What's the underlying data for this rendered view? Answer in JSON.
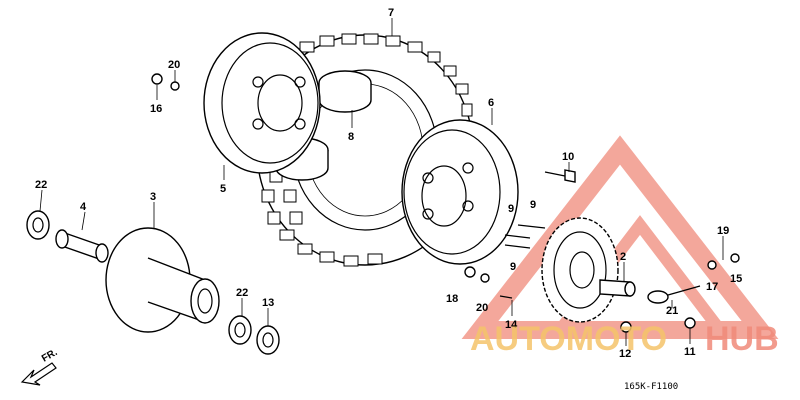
{
  "diagram": {
    "code": "165K-F1100",
    "direction": "FR.",
    "parts": [
      {
        "id": "p7",
        "label": "7"
      },
      {
        "id": "p20a",
        "label": "20"
      },
      {
        "id": "p16",
        "label": "16"
      },
      {
        "id": "p8",
        "label": "8"
      },
      {
        "id": "p6",
        "label": "6"
      },
      {
        "id": "p5",
        "label": "5"
      },
      {
        "id": "p10",
        "label": "10"
      },
      {
        "id": "p22a",
        "label": "22"
      },
      {
        "id": "p4",
        "label": "4"
      },
      {
        "id": "p3",
        "label": "3"
      },
      {
        "id": "p9a",
        "label": "9"
      },
      {
        "id": "p9b",
        "label": "9"
      },
      {
        "id": "p9c",
        "label": "9"
      },
      {
        "id": "p2",
        "label": "2"
      },
      {
        "id": "p19",
        "label": "19"
      },
      {
        "id": "p18",
        "label": "18"
      },
      {
        "id": "p20b",
        "label": "20"
      },
      {
        "id": "p17",
        "label": "17"
      },
      {
        "id": "p15",
        "label": "15"
      },
      {
        "id": "p22b",
        "label": "22"
      },
      {
        "id": "p13",
        "label": "13"
      },
      {
        "id": "p14",
        "label": "14"
      },
      {
        "id": "p21",
        "label": "21"
      },
      {
        "id": "p12",
        "label": "12"
      },
      {
        "id": "p11",
        "label": "11"
      }
    ]
  },
  "watermark": {
    "text_part1": "AUTOMOTO",
    "text_part2": "HUB",
    "color_primary": "#f08a7a",
    "color_secondary": "#f5c46a"
  }
}
